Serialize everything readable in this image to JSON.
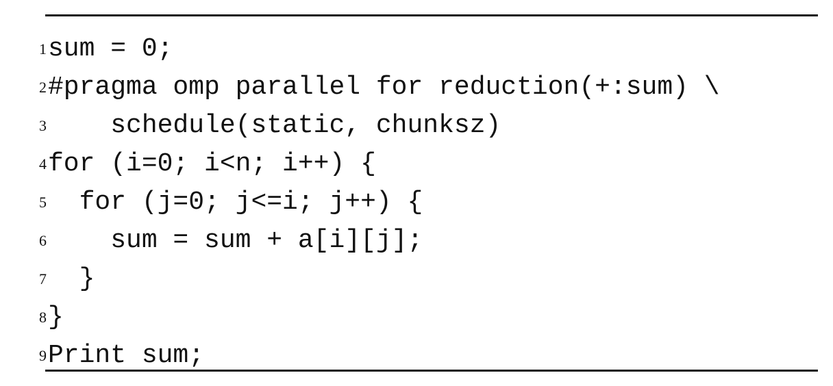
{
  "listing": {
    "lines": [
      {
        "number": "1",
        "code": "sum = 0;"
      },
      {
        "number": "2",
        "code": "#pragma omp parallel for reduction(+:sum) \\"
      },
      {
        "number": "3",
        "code": "    schedule(static, chunksz)"
      },
      {
        "number": "4",
        "code": "for (i=0; i<n; i++) {"
      },
      {
        "number": "5",
        "code": "  for (j=0; j<=i; j++) {"
      },
      {
        "number": "6",
        "code": "    sum = sum + a[i][j];"
      },
      {
        "number": "7",
        "code": "  }"
      },
      {
        "number": "8",
        "code": "}"
      },
      {
        "number": "9",
        "code": "Print sum;"
      }
    ]
  }
}
